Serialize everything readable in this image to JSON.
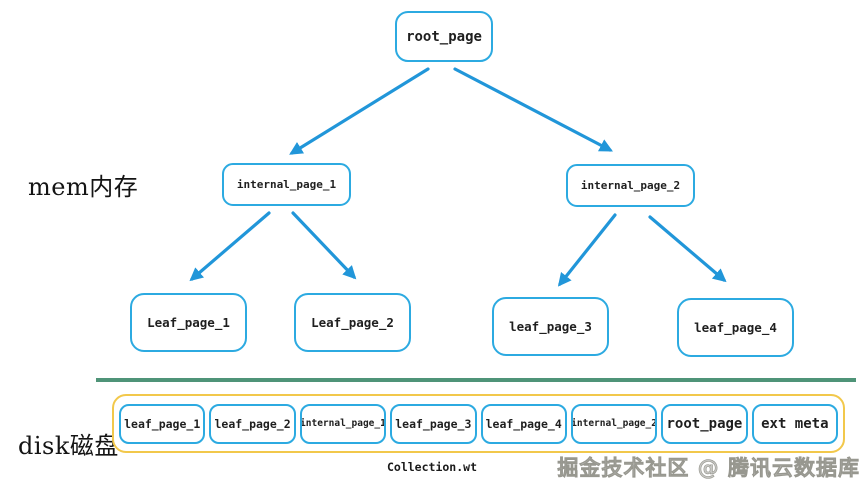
{
  "diagram": {
    "mem_label": "mem内存",
    "disk_label": "disk磁盘",
    "collection_label": "Collection.wt",
    "watermark": "掘金技术社区 @ 腾讯云数据库"
  },
  "tree": {
    "root": "root_page",
    "internal_1": "internal_page_1",
    "internal_2": "internal_page_2",
    "leaf_1": "Leaf_page_1",
    "leaf_2": "Leaf_page_2",
    "leaf_3": "leaf_page_3",
    "leaf_4": "leaf_page_4"
  },
  "disk_row": {
    "cells": [
      "leaf_page_1",
      "leaf_page_2",
      "internal_page_1",
      "leaf_page_3",
      "leaf_page_4",
      "internal_page_2",
      "root_page",
      "ext meta"
    ]
  },
  "colors": {
    "node_border": "#2caae1",
    "arrow": "#2196d9",
    "disk_container_border": "#f2c84b",
    "divider": "#4f9478",
    "watermark": "#c6c6c3",
    "text": "#1f1f1f",
    "background": "#ffffff"
  }
}
